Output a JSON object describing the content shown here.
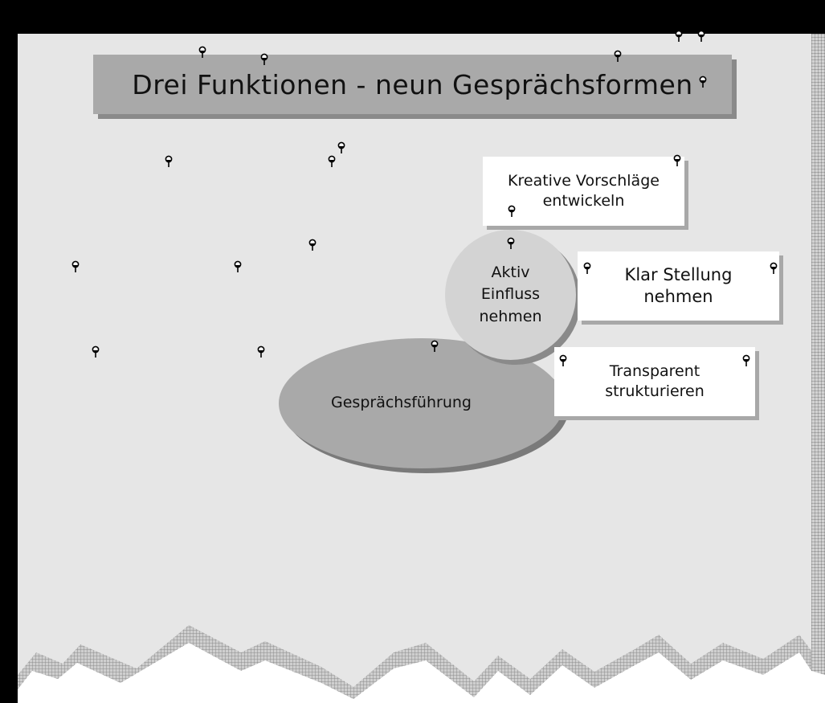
{
  "title": "Drei Funktionen - neun Gesprächsformen",
  "center_shape": {
    "label": "Gesprächsführung"
  },
  "sub_circle": {
    "label": "Aktiv\nEinfluss\nnehmen"
  },
  "boxes": [
    {
      "label": "Kreative Vorschläge\nentwickeln"
    },
    {
      "label": "Klar Stellung\nnehmen"
    },
    {
      "label": "Transparent\nstrukturieren"
    }
  ],
  "colors": {
    "frame": "#000000",
    "board": "#e6e6e6",
    "title_fill": "#a9a9a9",
    "ellipse_fill": "#a9a9a9",
    "circle_fill": "#d3d3d3",
    "box_fill": "#ffffff"
  },
  "decorations": {
    "pin_icon": "pushpin-icon",
    "edge_pattern": "hatched-torn-paper"
  }
}
